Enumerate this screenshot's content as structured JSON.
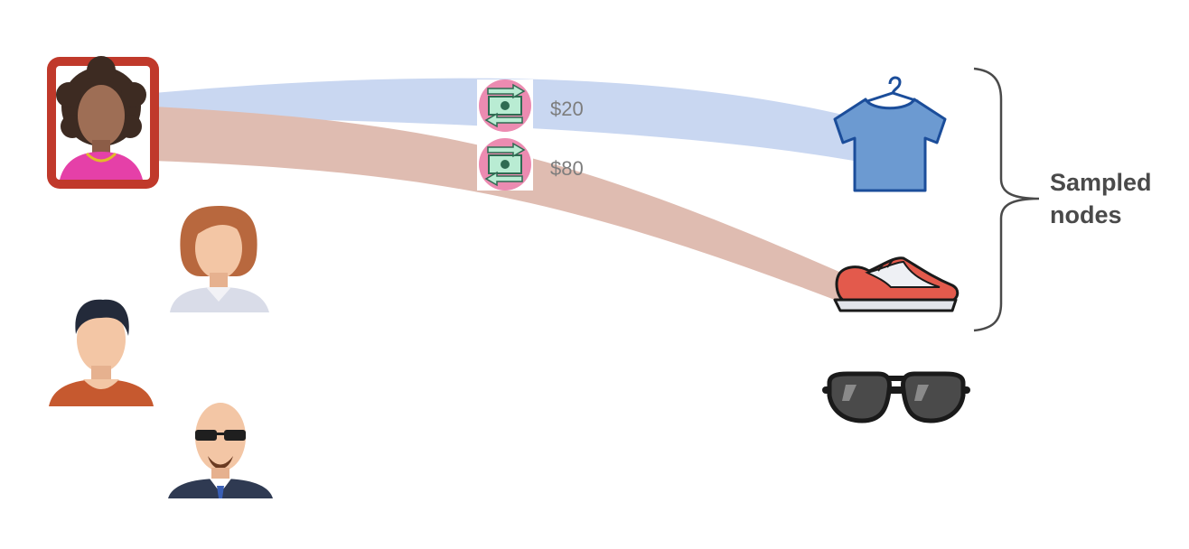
{
  "diagram": {
    "edges": [
      {
        "amount": "$20",
        "target": "tshirt-node"
      },
      {
        "amount": "$80",
        "target": "sneaker-node"
      }
    ],
    "brace_label_lines": [
      "Sampled",
      "nodes"
    ]
  },
  "colors": {
    "edge_blue": "#c9d7f1",
    "edge_red": "#dfbcb1",
    "selected_border": "#c0392b",
    "shirt": "#6c9ad1",
    "exchange_icon_bg": "#ec8bb1"
  }
}
